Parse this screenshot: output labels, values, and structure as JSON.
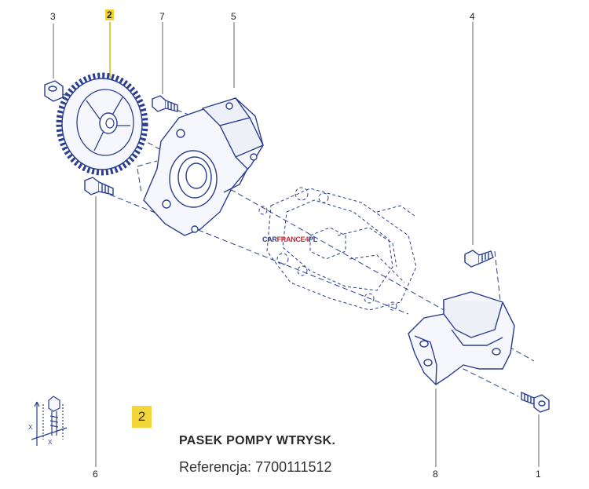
{
  "callouts": {
    "c1": "1",
    "c2": "2",
    "c3": "3",
    "c4": "4",
    "c5": "5",
    "c6": "6",
    "c7": "7",
    "c8": "8"
  },
  "selection": {
    "badge": "2",
    "part_name": "PASEK POMPY WTRYSK.",
    "reference_label": "Referencja:",
    "reference_number": "7700111512"
  },
  "watermark": {
    "part1": "CAR",
    "part2": "FRANCE",
    "part3": "4",
    "part4": "PL"
  },
  "torque_legend": {
    "axis_label": "X"
  },
  "colors": {
    "line": "#2a3f8f",
    "part_fill": "#f6f7fc",
    "highlight": "#f2d22e",
    "leader": "#666666"
  }
}
